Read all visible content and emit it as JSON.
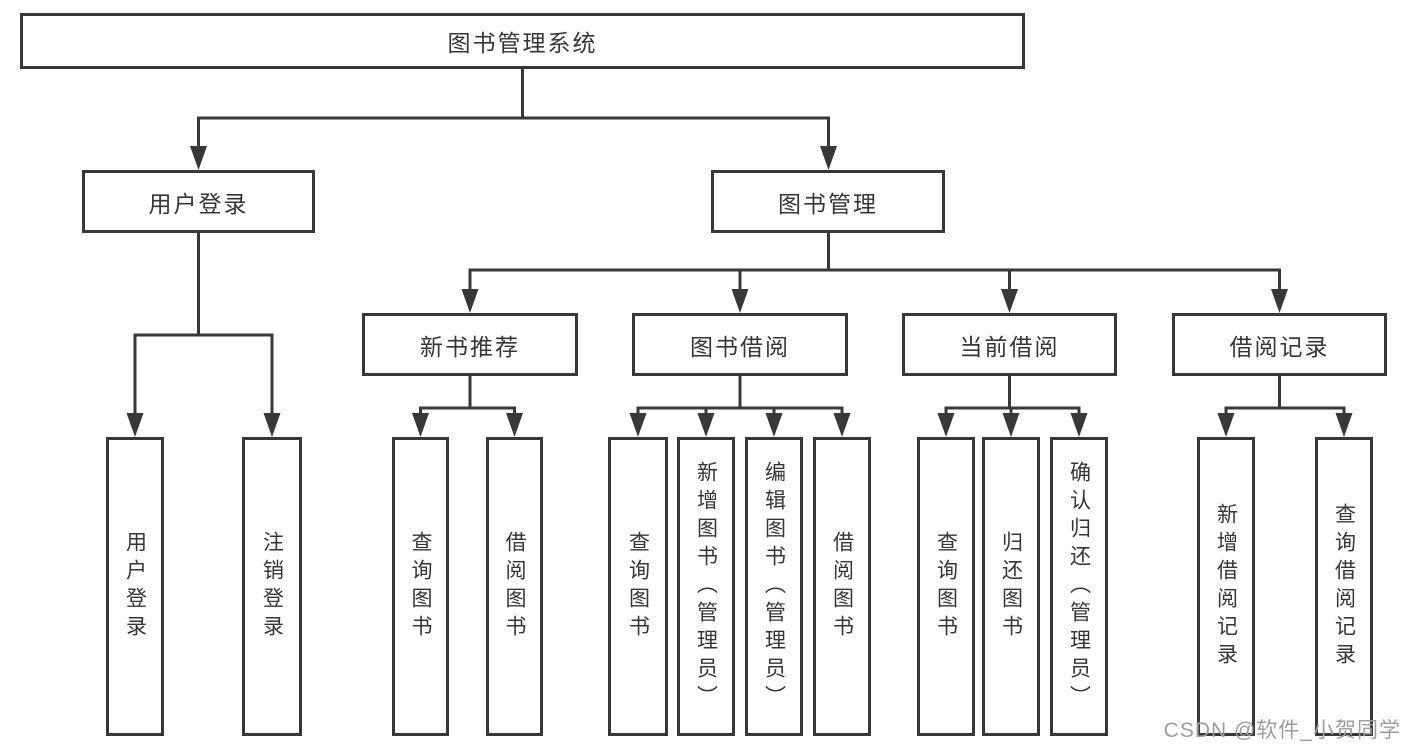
{
  "colors": {
    "line": "#383838",
    "box_border": "#383838",
    "text": "#363636",
    "watermark": "#9d9d9d",
    "background": "#ffffff"
  },
  "watermark": {
    "text": "CSDN @软件_小贺同学"
  },
  "nodes": {
    "root": {
      "label": "图书管理系统"
    },
    "user_login": {
      "label": "用户登录"
    },
    "book_management": {
      "label": "图书管理"
    },
    "new_book_rec": {
      "label": "新书推荐"
    },
    "book_borrow": {
      "label": "图书借阅"
    },
    "current_borrow": {
      "label": "当前借阅"
    },
    "borrow_records": {
      "label": "借阅记录"
    },
    "login": {
      "label": "用户登录"
    },
    "logout": {
      "label": "注销登录"
    },
    "rec_query_book": {
      "label": "查询图书"
    },
    "rec_borrow_book": {
      "label": "借阅图书"
    },
    "bb_query_book": {
      "label": "查询图书"
    },
    "bb_add_book": {
      "label": "新增图书（管理员）"
    },
    "bb_edit_book": {
      "label": "编辑图书（管理员）"
    },
    "bb_borrow_book": {
      "label": "借阅图书"
    },
    "cb_query_book": {
      "label": "查询图书"
    },
    "cb_return_book": {
      "label": "归还图书"
    },
    "cb_confirm_return": {
      "label": "确认归还（管理员）"
    },
    "br_add_record": {
      "label": "新增借阅记录"
    },
    "br_query_record": {
      "label": "查询借阅记录"
    }
  },
  "edges": [
    [
      "root",
      "user_login"
    ],
    [
      "root",
      "book_management"
    ],
    [
      "user_login",
      "login"
    ],
    [
      "user_login",
      "logout"
    ],
    [
      "book_management",
      "new_book_rec"
    ],
    [
      "book_management",
      "book_borrow"
    ],
    [
      "book_management",
      "current_borrow"
    ],
    [
      "book_management",
      "borrow_records"
    ],
    [
      "new_book_rec",
      "rec_query_book"
    ],
    [
      "new_book_rec",
      "rec_borrow_book"
    ],
    [
      "book_borrow",
      "bb_query_book"
    ],
    [
      "book_borrow",
      "bb_add_book"
    ],
    [
      "book_borrow",
      "bb_edit_book"
    ],
    [
      "book_borrow",
      "bb_borrow_book"
    ],
    [
      "current_borrow",
      "cb_query_book"
    ],
    [
      "current_borrow",
      "cb_return_book"
    ],
    [
      "current_borrow",
      "cb_confirm_return"
    ],
    [
      "borrow_records",
      "br_add_record"
    ],
    [
      "borrow_records",
      "br_query_record"
    ]
  ]
}
